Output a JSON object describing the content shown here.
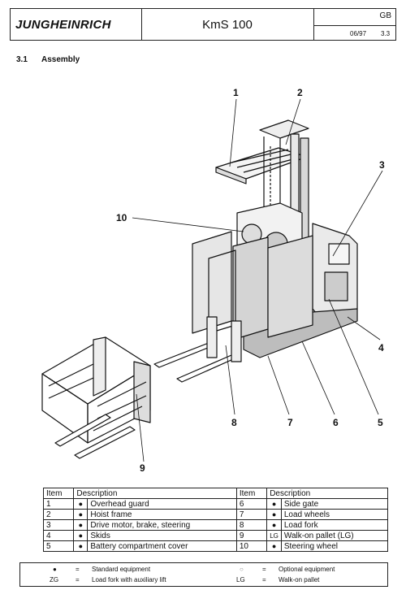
{
  "header": {
    "logo": "JUNGHEINRICH",
    "title": "KmS 100",
    "lang": "GB",
    "date": "06/97",
    "page": "3.3"
  },
  "section": {
    "number": "3.1",
    "title": "Assembly"
  },
  "callouts": [
    "1",
    "2",
    "3",
    "4",
    "5",
    "6",
    "7",
    "8",
    "9",
    "10"
  ],
  "table": {
    "headers": [
      "Item",
      "Description",
      "Item",
      "Description"
    ],
    "rows": [
      {
        "l_item": "1",
        "l_mark": "●",
        "l_desc": "Overhead guard",
        "r_item": "6",
        "r_mark": "●",
        "r_desc": "Side gate"
      },
      {
        "l_item": "2",
        "l_mark": "●",
        "l_desc": "Hoist frame",
        "r_item": "7",
        "r_mark": "●",
        "r_desc": "Load wheels"
      },
      {
        "l_item": "3",
        "l_mark": "●",
        "l_desc": "Drive motor, brake, steering",
        "r_item": "8",
        "r_mark": "●",
        "r_desc": "Load fork"
      },
      {
        "l_item": "4",
        "l_mark": "●",
        "l_desc": "Skids",
        "r_item": "9",
        "r_mark": "LG",
        "r_desc": "Walk-on pallet (LG)"
      },
      {
        "l_item": "5",
        "l_mark": "●",
        "l_desc": "Battery compartment cover",
        "r_item": "10",
        "r_mark": "●",
        "r_desc": "Steering wheel"
      }
    ]
  },
  "legend": {
    "std_sym": "●",
    "std_eq": "=",
    "std_text": "Standard equipment",
    "opt_sym": "○",
    "opt_eq": "=",
    "opt_text": "Optional equipment",
    "zg_sym": "ZG",
    "zg_eq": "=",
    "zg_text": "Load fork with auxiliary lift",
    "lg_sym": "LG",
    "lg_eq": "=",
    "lg_text": "Walk-on pallet"
  }
}
